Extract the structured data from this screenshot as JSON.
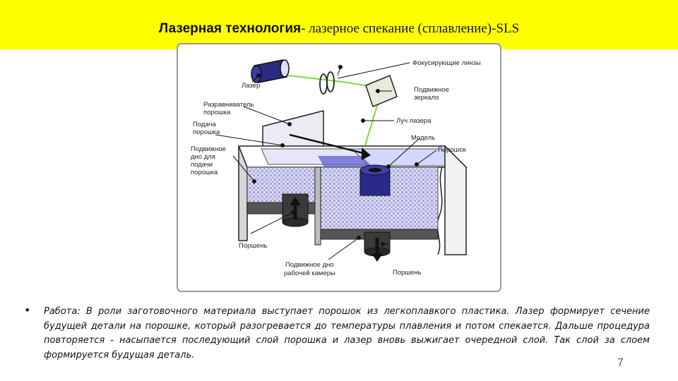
{
  "slide": {
    "title_bold": "Лазерная технология",
    "title_rest": "- лазерное спекание (сплавление)-SLS",
    "page_number": "7",
    "bullet": "•",
    "body_label": "Работа:",
    "body_text": " В роли заготовочного материала выступает порошок из легкоплавкого пластика. Лазер формирует сечение будущей детали на порошке, который разогревается до температуры плавления и потом спекается. Дальше процедура повторяется - насыпается последующий слой порошка и лазер вновь выжигает очередной слой. Так слой за слоем формируется будущая деталь."
  },
  "diagram": {
    "labels": {
      "focusing_lenses": "Фокусирующие линзы",
      "laser": "Лазер",
      "moving_mirror_1": "Подвижное",
      "moving_mirror_2": "зеркало",
      "leveler_1": "Разравниватель",
      "leveler_2": "порошка",
      "laser_beam": "Луч лазера",
      "powder_feed_1": "Подача",
      "powder_feed_2": "порошка",
      "model": "Модель",
      "powder": "Порошок",
      "feed_bottom_1": "Подвижное",
      "feed_bottom_2": "дно для",
      "feed_bottom_3": "подачи",
      "feed_bottom_4": "порошка",
      "piston_left": "Поршень",
      "chamber_bottom_1": "Подвижное дно",
      "chamber_bottom_2": "рабочей камеры",
      "piston_right": "Поршень"
    }
  },
  "colors": {
    "title_bar": "#ffff00",
    "laser_beam": "#7ddc3c",
    "machine_body": "#e6e6e6",
    "powder": "#c8c8ec",
    "model": "#2a2a88"
  }
}
